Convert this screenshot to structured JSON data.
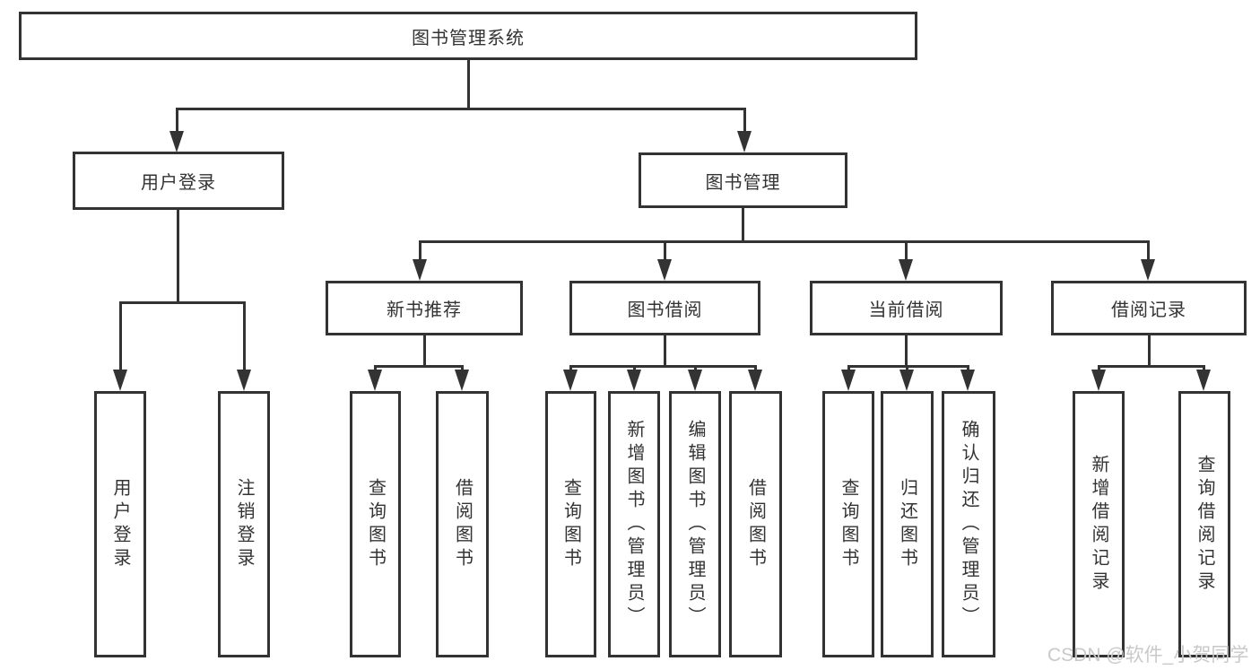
{
  "nodes": {
    "root": {
      "label": "图书管理系统"
    },
    "l1": [
      {
        "label": "用户登录"
      },
      {
        "label": "图书管理"
      }
    ],
    "l2": [
      {
        "label": "新书推荐"
      },
      {
        "label": "图书借阅"
      },
      {
        "label": "当前借阅"
      },
      {
        "label": "借阅记录"
      }
    ],
    "l3": [
      {
        "label": "用户登录"
      },
      {
        "label": "注销登录"
      },
      {
        "label": "查询图书"
      },
      {
        "label": "借阅图书"
      },
      {
        "label": "查询图书"
      },
      {
        "label": "新增图书（管理员）"
      },
      {
        "label": "编辑图书（管理员）"
      },
      {
        "label": "借阅图书"
      },
      {
        "label": "查询图书"
      },
      {
        "label": "归还图书"
      },
      {
        "label": "确认归还（管理员）"
      },
      {
        "label": "新增借阅记录"
      },
      {
        "label": "查询借阅记录"
      }
    ]
  },
  "watermark": {
    "text": "CSDN @软件_小贺同学"
  },
  "colors": {
    "line": "#333333",
    "text": "#333333",
    "watermark": "#c9c9c9",
    "background": "#ffffff"
  }
}
